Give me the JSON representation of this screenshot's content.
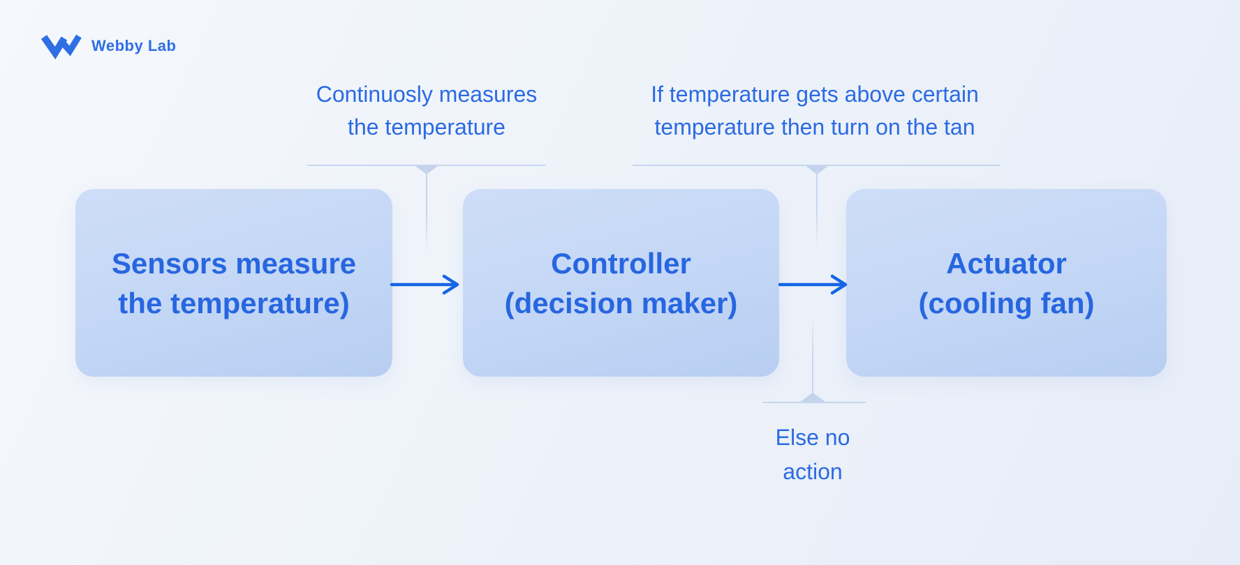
{
  "logo": {
    "brand": "Webby Lab",
    "icon": "webbylab-w-mark"
  },
  "annotations": {
    "sensor_note": {
      "lines": [
        "Continuosly measures",
        "the temperature"
      ]
    },
    "controller_note": {
      "lines": [
        "If temperature gets above certain",
        "temperature then turn on the tan"
      ]
    },
    "else_note": {
      "lines": [
        "Else no",
        "action"
      ]
    }
  },
  "nodes": [
    {
      "id": "sensors",
      "lines": [
        "Sensors measure",
        "the temperature)"
      ]
    },
    {
      "id": "controller",
      "lines": [
        "Controller",
        "(decision maker)"
      ]
    },
    {
      "id": "actuator",
      "lines": [
        "Actuator",
        "(cooling fan)"
      ]
    }
  ],
  "colors": {
    "accent_text_blue": "#2B6AE3",
    "node_text_blue": "#2766E0",
    "node_fill_light": "#CEDDF8",
    "node_fill_dark": "#B8CEF2",
    "arrow_blue": "#1565E6",
    "connector_line": "#C7D6EE",
    "background_light": "#F5F8FC",
    "background_dark": "#E7EDF8",
    "logo_blue": "#2E6FE3"
  }
}
